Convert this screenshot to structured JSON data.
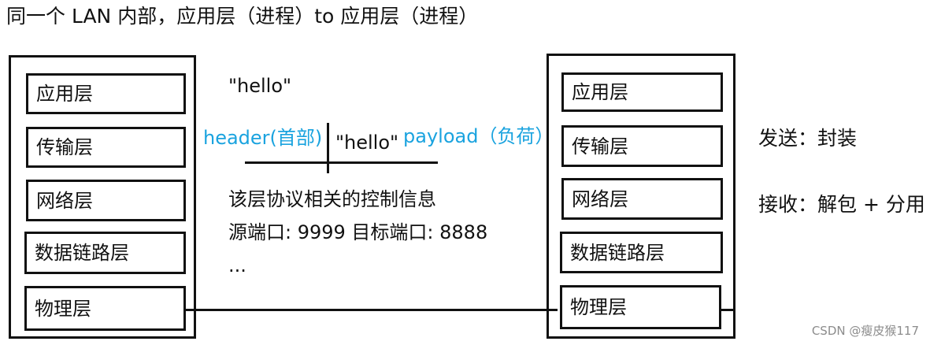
{
  "title": "同一个 LAN 内部，应用层（进程）to 应用层（进程）",
  "left_stack": {
    "layers": [
      "应用层",
      "传输层",
      "网络层",
      "数据链路层",
      "物理层"
    ]
  },
  "right_stack": {
    "layers": [
      "应用层",
      "传输层",
      "网络层",
      "数据链路层",
      "物理层"
    ]
  },
  "packet": {
    "top_payload": "\"hello\"",
    "header_label": "header(首部)",
    "payload_text": "\"hello\"",
    "payload_label": "payload（负荷）"
  },
  "header_info": {
    "line1": "该层协议相关的控制信息",
    "line2": "源端口: 9999  目标端口: 8888",
    "line3": "..."
  },
  "notes": {
    "send": "发送：封装",
    "receive": "接收：解包 + 分用"
  },
  "watermark": "CSDN @瘦皮猴117",
  "colors": {
    "accent_blue": "#1aa3df",
    "stroke": "#111111"
  }
}
